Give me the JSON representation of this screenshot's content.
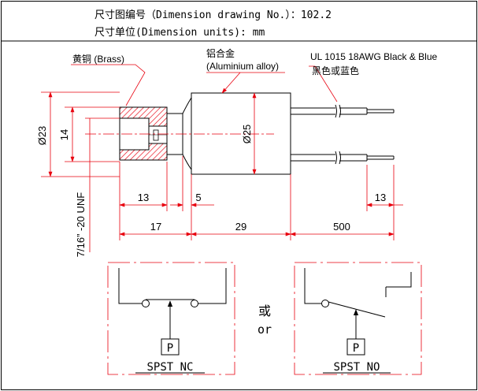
{
  "header": {
    "title_line": "尺寸图编号（Dimension drawing No.）：102.2",
    "units_line": "尺寸单位(Dimension units): mm"
  },
  "labels": {
    "brass": "黄铜 (Brass)",
    "alloy_cn": "铝合金",
    "alloy_en": "(Aluminium alloy)",
    "wire_spec": "UL 1015 18AWG Black & Blue",
    "wire_color_cn": "黑色或蓝色",
    "thread": "7/16” -20 UNF",
    "or_cn": "或",
    "or_en": "or"
  },
  "dimensions": {
    "dia_outer": "Ø23",
    "dia_inner": "14",
    "dia_body": "Ø25",
    "fitting_len": "13",
    "neck_len": "5",
    "strip_len": "13",
    "d17": "17",
    "d29": "29",
    "d500": "500"
  },
  "schematics": {
    "nc": {
      "p": "P",
      "caption": "SPST NC"
    },
    "no": {
      "p": "P",
      "caption": "SPST NO"
    }
  },
  "colors": {
    "dimension": "#e8000e",
    "line": "#000000"
  }
}
